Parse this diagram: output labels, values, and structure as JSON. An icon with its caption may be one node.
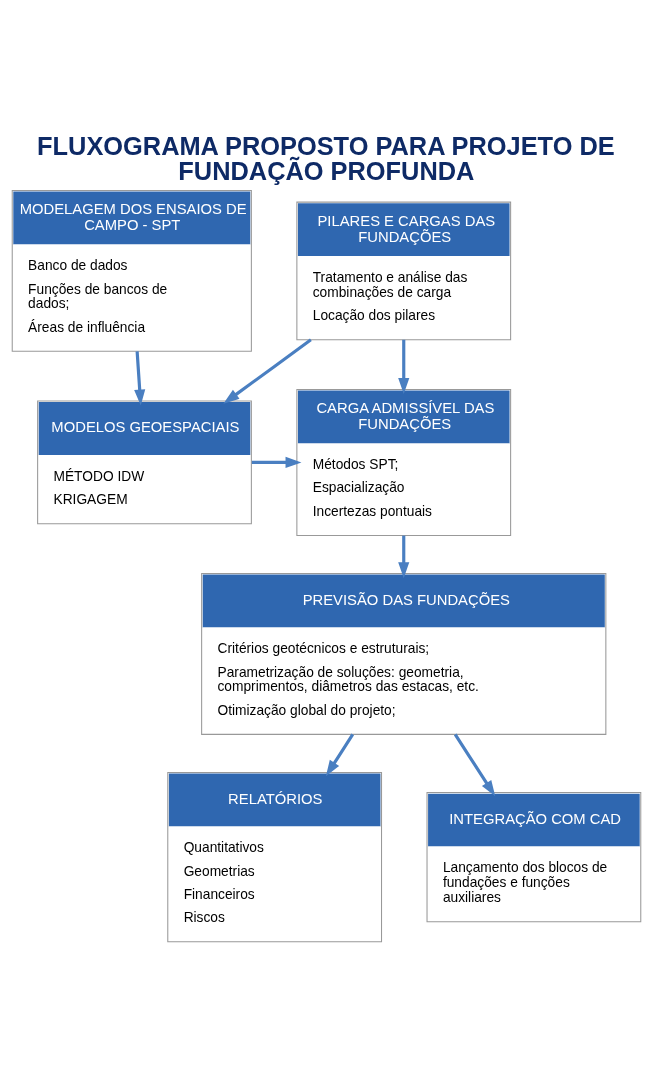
{
  "diagram": {
    "title": "FLUXOGRAMA PROPOSTO PARA PROJETO DE FUNDAÇÃO PROFUNDA",
    "nodes": [
      {
        "text": [
          "MODELAGEM DOS ENSAIOS DE CAMPO - SPT",
          "Banco de dados",
          "Funções de bancos de dados;",
          "Áreas de influência"
        ]
      },
      {
        "text": [
          "PILARES E CARGAS DAS FUNDAÇÕES",
          "Tratamento e análise das combinações de carga",
          "Locação dos pilares"
        ]
      },
      {
        "text": [
          "MODELOS GEOESPACIAIS",
          "MÉTODO IDW",
          "KRIGAGEM"
        ]
      },
      {
        "text": [
          "CARGA ADMISSÍVEL DAS FUNDAÇÕES",
          "Métodos SPT;",
          "Espacialização",
          "Incertezas pontuais"
        ]
      },
      {
        "text": [
          "PREVISÃO DAS FUNDAÇÕES",
          "Critérios geotécnicos e estruturais;",
          "Parametrização de soluções: geometria, comprimentos, diâmetros das estacas, etc.",
          "Otimização global do projeto;"
        ]
      },
      {
        "text": [
          "RELATÓRIOS",
          "Quantitativos",
          "Geometrias",
          "Financeiros",
          "Riscos"
        ]
      },
      {
        "text": [
          "INTEGRAÇÃO COM CAD",
          "Lançamento dos blocos de fundações e funções auxiliares"
        ]
      }
    ],
    "edges": [
      {
        "from": 0,
        "to": 2,
        "arrow": "to"
      },
      {
        "from": 1,
        "to": 2,
        "arrow": "to"
      },
      {
        "from": 1,
        "to": 3,
        "arrow": "to"
      },
      {
        "from": 2,
        "to": 3,
        "arrow": "to"
      },
      {
        "from": 3,
        "to": 4,
        "arrow": "to"
      },
      {
        "from": 4,
        "to": 5,
        "arrow": "to"
      },
      {
        "from": 4,
        "to": 6,
        "arrow": "to"
      }
    ]
  }
}
